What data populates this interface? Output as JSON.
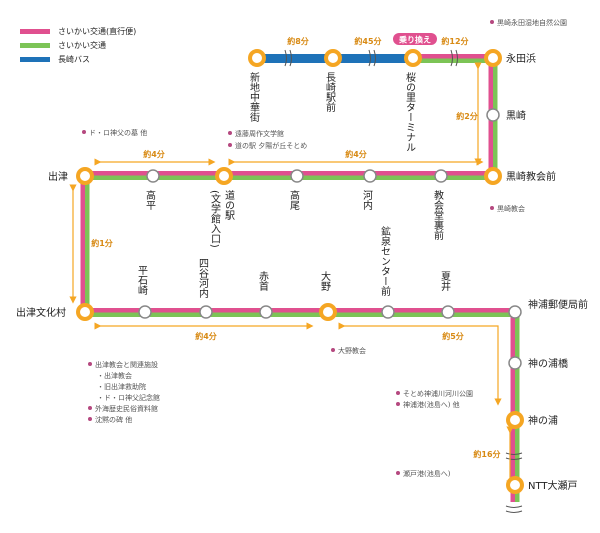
{
  "legend": [
    {
      "label": "さいかい交通(直行便)",
      "color": "#e0508f"
    },
    {
      "label": "さいかい交通",
      "color": "#7cc456"
    },
    {
      "label": "長崎バス",
      "color": "#1e72b8"
    }
  ],
  "transfer_badge": "乗り換え",
  "stations": {
    "shinchi": "新地中華街",
    "nagasaki": "長崎駅前",
    "sakuranosato": "桜の里ターミナル",
    "nagatahama": "永田浜",
    "kurosaki": "黒崎",
    "kurosaki_church": "黒崎教会前",
    "shitsu": "出津",
    "takahira": "高平",
    "michinoeki": "道の駅",
    "michinoeki_sub": "(文学館入口)",
    "takao": "高尾",
    "kawachi": "河内",
    "kyokaido": "教会堂裏前",
    "shitsu_bunka": "出津文化村",
    "hiraishi": "平石崎",
    "yotsuya": "四谷河内",
    "akaso": "赤首",
    "oono": "大野",
    "kosen": "鉱泉センター前",
    "natsui": "夏井",
    "kaminoura_post": "神浦郵便局前",
    "kaminoura_bridge": "神の浦橋",
    "kaminoura": "神の浦",
    "ntt": "NTT大瀬戸"
  },
  "durations": {
    "shinchi_nagasaki": "約8分",
    "nagasaki_sakura": "約45分",
    "sakura_nagata": "約12分",
    "nagata_church": "約2分",
    "shitsu_michi": "約4分",
    "michi_church": "約4分",
    "shitsu_bunka": "約1分",
    "bunka_oono": "約4分",
    "oono_kaminoura": "約5分",
    "kaminoura_ntt": "約16分"
  },
  "notes": {
    "nagatahama": "黒崎永田湿地自然公園",
    "kurosaki_church": "黒崎教会",
    "shitsu": "ド・ロ神父の墓 他",
    "michinoeki": [
      "遠藤周作文学館",
      "道の駅 夕陽が丘そとめ"
    ],
    "oono": "大野教会",
    "bunka": [
      "出津教会と関連施設",
      "・出津教会",
      "・旧出津救助院",
      "・ド・ロ神父記念館",
      "外海歴史民俗資料館",
      "沈黙の碑 他"
    ],
    "kaminoura": [
      "そとめ神浦川河川公園",
      "神浦港(池島へ) 他"
    ],
    "ntt": "瀬戸港(池島へ)"
  },
  "colors": {
    "pink": "#e0508f",
    "green": "#7cc456",
    "blue": "#1e72b8",
    "orange": "#f5a623",
    "duration": "#d88a14"
  }
}
